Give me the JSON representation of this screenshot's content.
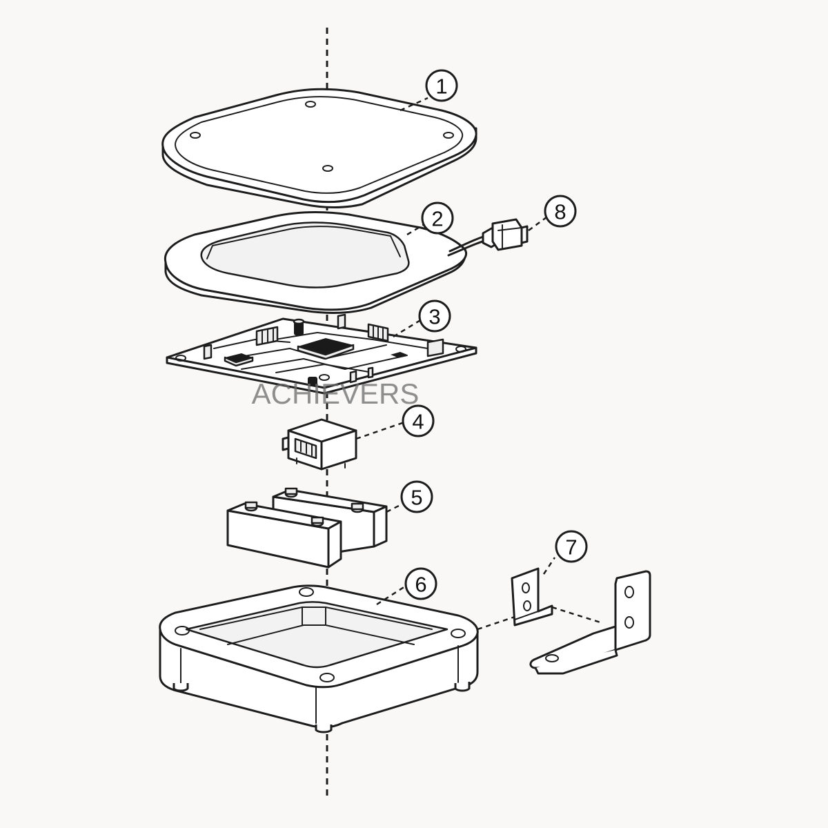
{
  "watermark": "ACHIEVERS",
  "callouts": {
    "c1": "1",
    "c2": "2",
    "c3": "3",
    "c4": "4",
    "c5": "5",
    "c6": "6",
    "c7": "7",
    "c8": "8"
  }
}
